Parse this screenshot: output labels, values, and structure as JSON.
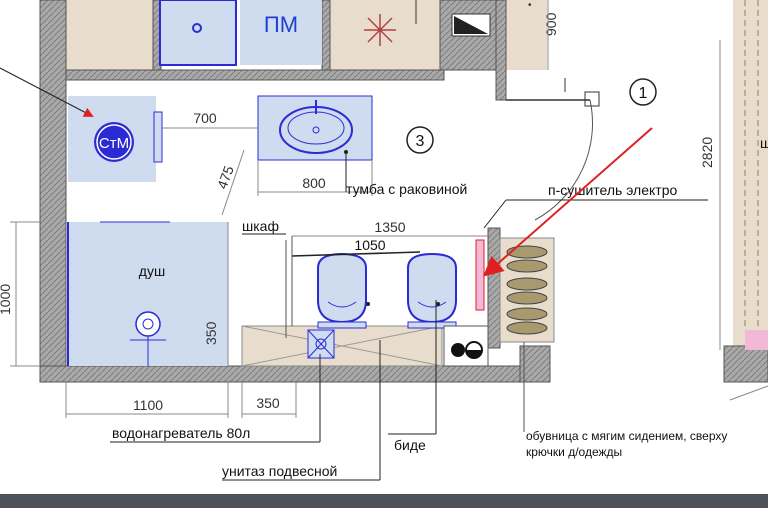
{
  "labels": {
    "pm": "ПМ",
    "stm": "СтМ",
    "room_number": "3",
    "door_number": "1",
    "shower": "душ",
    "wardrobe": "шкаф",
    "sink_cabinet": "тумба с раковиной",
    "towel_dryer": "п-сушитель электро",
    "water_heater": "водонагреватель  80л",
    "bidet": "биде",
    "toilet": "унитаз подвесной",
    "shoe_cabinet_1": "обувница с мягим сидением, сверху",
    "shoe_cabinet_2": "крючки д/одежды",
    "edge_char": "ш"
  },
  "dimensions": {
    "d700": "700",
    "d800": "800",
    "d475": "475",
    "d1350": "1350",
    "d1050": "1050",
    "d1000": "1000",
    "d350_v": "350",
    "d1100": "1100",
    "d350_h": "350",
    "d900": "900",
    "d2820": "2820"
  },
  "colors": {
    "fixture_fill": "#cfdcf0",
    "fixture_stroke": "#2b2bd6",
    "wall": "#9a9a9a",
    "arrow": "#e02020",
    "beige": "#e8dccd",
    "pink": "#f2b8d8"
  }
}
